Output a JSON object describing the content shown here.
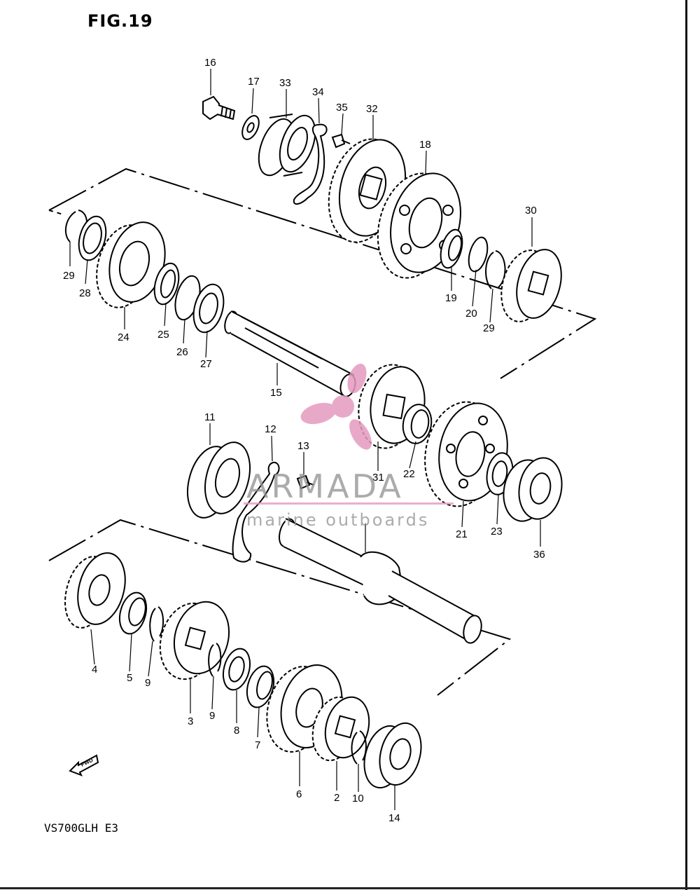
{
  "figure": {
    "title": "FIG.19",
    "model_code": "VS700GLH E3"
  },
  "fwd_label": "FWD",
  "watermark": {
    "brand": "ARMADA",
    "tagline": "marine outboards",
    "color": "#e49bc0"
  },
  "callouts": {
    "c16": "16",
    "c17": "17",
    "c33": "33",
    "c34": "34",
    "c35": "35",
    "c32": "32",
    "c18": "18",
    "c30": "30",
    "c29a": "29",
    "c28": "28",
    "c24": "24",
    "c25": "25",
    "c26": "26",
    "c27": "27",
    "c15": "15",
    "c19": "19",
    "c20": "20",
    "c29b": "29",
    "c11": "11",
    "c12": "12",
    "c13": "13",
    "c31": "31",
    "c22": "22",
    "c21": "21",
    "c23": "23",
    "c36": "36",
    "c4": "4",
    "c5": "5",
    "c9a": "9",
    "c3": "3",
    "c9b": "9",
    "c8": "8",
    "c7": "7",
    "c6": "6",
    "c2": "2",
    "c10": "10",
    "c14": "14"
  }
}
